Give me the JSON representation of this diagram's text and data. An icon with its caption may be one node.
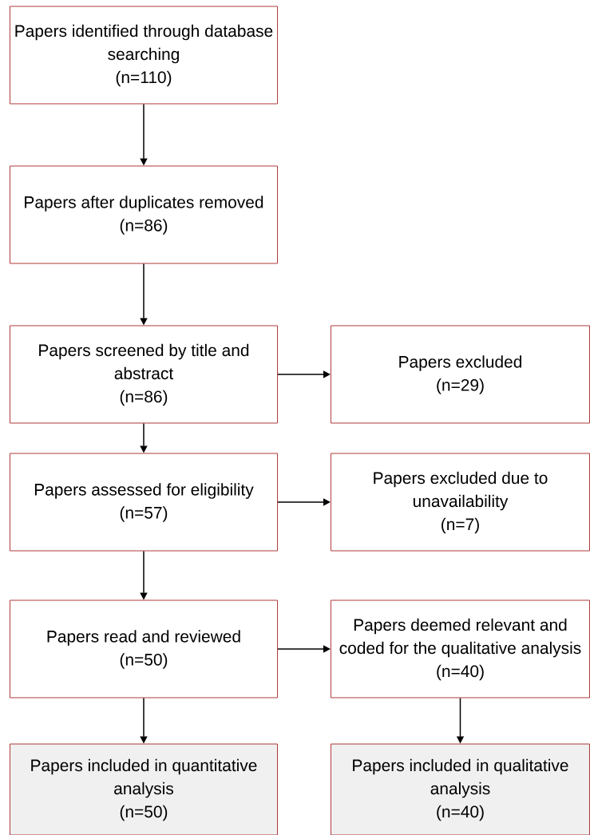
{
  "diagram": {
    "nodes": [
      {
        "text": [
          "Papers identified through database searching",
          "(n=110)"
        ]
      },
      {
        "text": [
          "Papers after duplicates removed",
          "(n=86)"
        ]
      },
      {
        "text": [
          "Papers screened by title and abstract",
          "(n=86)"
        ]
      },
      {
        "text": [
          "Papers excluded",
          "(n=29)"
        ]
      },
      {
        "text": [
          "Papers assessed for eligibility",
          "(n=57)"
        ]
      },
      {
        "text": [
          "Papers excluded due to unavailability",
          "(n=7)"
        ]
      },
      {
        "text": [
          "Papers read and reviewed",
          "(n=50)"
        ]
      },
      {
        "text": [
          "Papers deemed relevant and coded for the qualitative analysis",
          "(n=40)"
        ]
      },
      {
        "text": [
          "Papers included in quantitative analysis",
          "(n=50)"
        ]
      },
      {
        "text": [
          "Papers included in qualitative analysis",
          "(n=40)"
        ]
      }
    ],
    "edges": [
      {
        "from": 0,
        "to": 1,
        "arrow": "to"
      },
      {
        "from": 1,
        "to": 2,
        "arrow": "to"
      },
      {
        "from": 2,
        "to": 3,
        "arrow": "to"
      },
      {
        "from": 2,
        "to": 4,
        "arrow": "to"
      },
      {
        "from": 4,
        "to": 5,
        "arrow": "to"
      },
      {
        "from": 4,
        "to": 6,
        "arrow": "to"
      },
      {
        "from": 6,
        "to": 7,
        "arrow": "to"
      },
      {
        "from": 6,
        "to": 8,
        "arrow": "to"
      },
      {
        "from": 7,
        "to": 9,
        "arrow": "to"
      }
    ]
  }
}
